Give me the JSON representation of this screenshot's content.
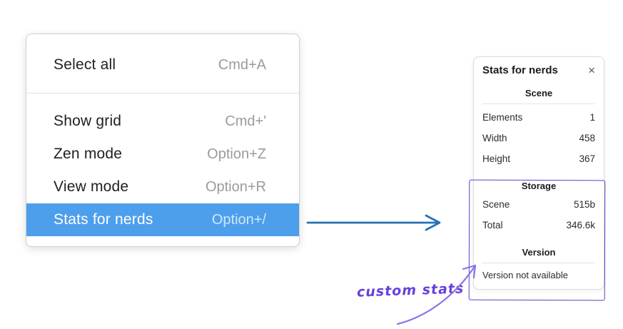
{
  "menu": {
    "items": [
      {
        "label": "Select all",
        "shortcut": "Cmd+A"
      },
      {
        "label": "Show grid",
        "shortcut": "Cmd+'"
      },
      {
        "label": "Zen mode",
        "shortcut": "Option+Z"
      },
      {
        "label": "View mode",
        "shortcut": "Option+R"
      },
      {
        "label": "Stats for nerds",
        "shortcut": "Option+/"
      }
    ],
    "selected_item": "Stats for nerds"
  },
  "stats_panel": {
    "title": "Stats for nerds",
    "close_icon": "×",
    "sections": {
      "scene": {
        "header": "Scene",
        "rows": [
          {
            "label": "Elements",
            "value": "1"
          },
          {
            "label": "Width",
            "value": "458"
          },
          {
            "label": "Height",
            "value": "367"
          }
        ]
      },
      "storage": {
        "header": "Storage",
        "rows": [
          {
            "label": "Scene",
            "value": "515b"
          },
          {
            "label": "Total",
            "value": "346.6k"
          }
        ]
      },
      "version": {
        "header": "Version",
        "note": "Version not available"
      }
    }
  },
  "annotation": {
    "text": "custom stats"
  },
  "colors": {
    "menu_highlight": "#4d9fec",
    "arrow_blue": "#2571b5",
    "annotation_purple": "#6741d9",
    "annotation_rect": "#5b3fd0"
  }
}
